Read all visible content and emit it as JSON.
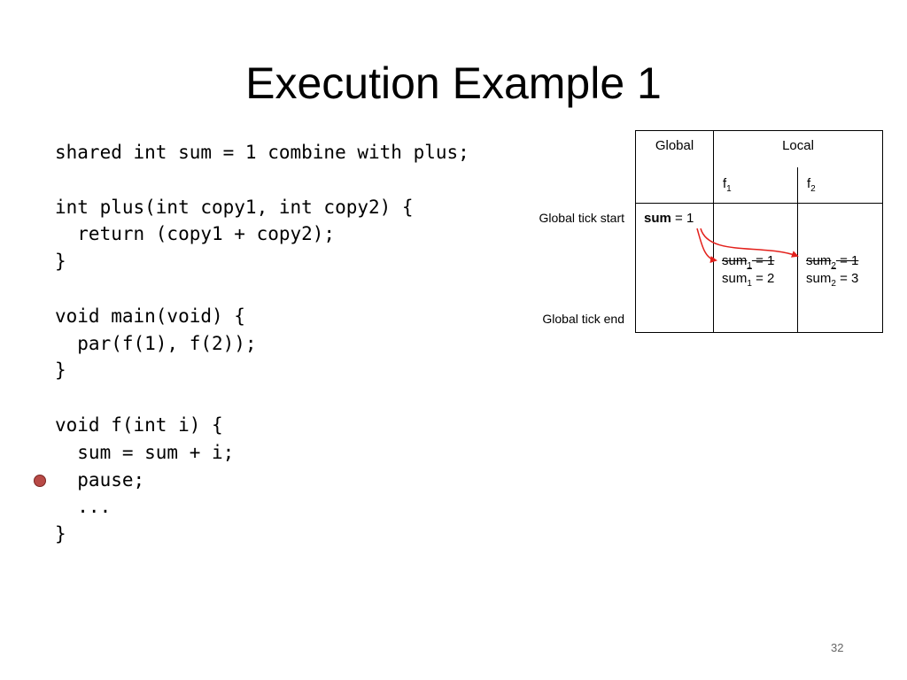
{
  "slide": {
    "title": "Execution Example 1",
    "page_number": "32"
  },
  "code_lines": [
    "shared int sum = 1 combine with plus;",
    "",
    "int plus(int copy1, int copy2) {",
    "  return (copy1 + copy2);",
    "}",
    "",
    "void main(void) {",
    "  par(f(1), f(2));",
    "}",
    "",
    "void f(int i) {",
    "  sum = sum + i;",
    "  pause;",
    "  ...",
    "}"
  ],
  "tick_labels": {
    "start": "Global tick start",
    "end": "Global tick end"
  },
  "table": {
    "global_header": "Global",
    "local_header": "Local",
    "f1": "f",
    "f1_sub": "1",
    "f2": "f",
    "f2_sub": "2",
    "global_var": "sum",
    "global_value": " = 1",
    "f1_old_name": "sum",
    "f1_old_sub": "1",
    "f1_old_value": " = 1",
    "f1_new_name": "sum",
    "f1_new_sub": "1",
    "f1_new_value": " = 2",
    "f2_old_name": "sum",
    "f2_old_sub": "2",
    "f2_old_value": " = 1",
    "f2_new_name": "sum",
    "f2_new_sub": "2",
    "f2_new_value": " = 3"
  },
  "colors": {
    "arrow": "#e3211c",
    "breakpoint": "#b84a46"
  }
}
